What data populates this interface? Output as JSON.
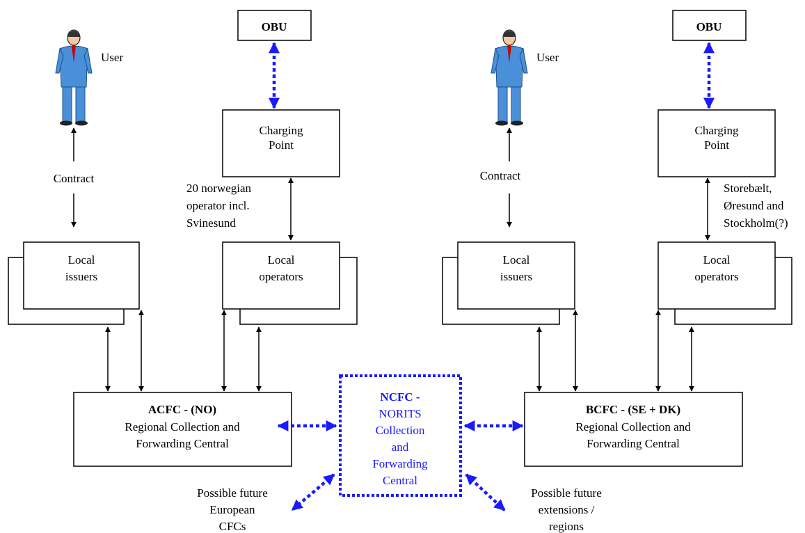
{
  "left_group": {
    "user": "User",
    "contract": "Contract",
    "obu": "OBU",
    "charging_point": [
      "Charging",
      "Point"
    ],
    "operator_note": [
      "20 norwegian",
      "operator incl.",
      "Svinesund"
    ],
    "issuers": [
      "Local",
      "issuers"
    ],
    "operators": [
      "Local",
      "operators"
    ],
    "cfc_title": "ACFC - (NO)",
    "cfc_lines": [
      "Regional Collection and",
      "Forwarding Central"
    ]
  },
  "right_group": {
    "user": "User",
    "contract": "Contract",
    "obu": "OBU",
    "charging_point": [
      "Charging",
      "Point"
    ],
    "operator_note": [
      "Storebælt,",
      "Øresund and",
      "Stockholm(?)"
    ],
    "issuers": [
      "Local",
      "issuers"
    ],
    "operators": [
      "Local",
      "operators"
    ],
    "cfc_title": "BCFC - (SE + DK)",
    "cfc_lines": [
      "Regional Collection and",
      "Forwarding Central"
    ]
  },
  "central": {
    "title": "NCFC -",
    "lines": [
      "NORITS",
      "Collection",
      "and",
      "Forwarding",
      "Central"
    ]
  },
  "future_left": [
    "Possible future",
    "European",
    "CFCs"
  ],
  "future_right": [
    "Possible future",
    "extensions /",
    "regions"
  ],
  "colors": {
    "dotted_link": "#1a1aff",
    "line": "#000000"
  }
}
